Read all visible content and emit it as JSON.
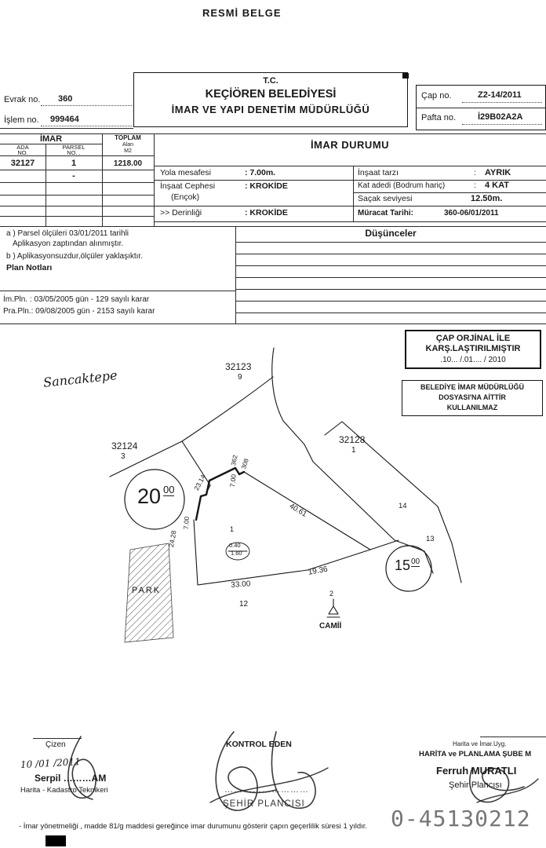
{
  "doc": {
    "title": "RESMİ BELGE",
    "serial": "0-45130212",
    "footer_note": "- İmar yönetmeliği , madde 81/g maddesi gereğince imar durumunu gösterir çapın geçerlilik süresi 1 yıldır."
  },
  "header": {
    "evrak_label": "Evrak no.",
    "evrak_value": "360",
    "islem_label": "İşlem no.",
    "islem_value": "999464",
    "tc": "T.C.",
    "municipality": "KEÇİÖREN BELEDİYESİ",
    "directorate": "İMAR VE YAPI DENETİM MÜDÜRLÜĞÜ",
    "cap_label": "Çap no.",
    "cap_value": "Z2-14/2011",
    "pafta_label": "Pafta no.",
    "pafta_value": "İ29B02A2A"
  },
  "imar_table": {
    "title": "İMAR",
    "col_ada_1": "ADA",
    "col_ada_2": "NO.",
    "col_parsel_1": "PARSEL",
    "col_parsel_2": "NO. .",
    "col_toplam": "TOPLAM",
    "col_alan": "Alan",
    "col_m2": "M2",
    "rows": [
      {
        "ada": "32127",
        "parsel": "1",
        "alan": "1218.00"
      },
      {
        "ada": "",
        "parsel": "-",
        "alan": ""
      }
    ]
  },
  "imar_durumu": {
    "title": "İMAR DURUMU",
    "yola_label": "Yola mesafesi",
    "yola_value": ":  7.00m.",
    "cephe_label": "İnşaat Cephesi",
    "cephe_label2": "(Ençok)",
    "cephe_value": ":  KROKİDE",
    "derinlik_label": ">>   Derinliği",
    "derinlik_value": ":  KROKİDE",
    "tarz_label": "İnşaat tarzı",
    "tarz_sep": ":",
    "tarz_value": "AYRIK",
    "kat_label": "Kat adedi (Bodrum hariç)",
    "kat_sep": ":",
    "kat_value": "4 KAT",
    "sacak_label": "Saçak seviyesi",
    "sacak_value": "12.50m.",
    "muracat_label": "Müracat Tarihi:",
    "muracat_value": "360-06/01/2011"
  },
  "notes": {
    "a_line1": "a )  Parsel ölçüleri  03/01/2011 tarihli",
    "a_line2": "Aplikasyon zaptından alınmıştır.",
    "b_line": "b )  Aplikasyonsuzdur,ölçüler yaklaşıktır.",
    "plan_notlari": "Plan Notları",
    "dusunceler": "Düşünceler",
    "im_pln": "İm.Pln. : 03/05/2005 gün - 129 sayılı karar",
    "pra_pln": "Pra.Pln.: 09/08/2005 gün - 2153 sayılı karar"
  },
  "stamps": {
    "s1_line1": "ÇAP ORJİNAL İLE",
    "s1_line2": "KARŞ.LAŞTIRILMIŞTIR",
    "s1_line3": ".10... /.01.... / 2010",
    "s2_line1": "BELEDİYE İMAR MÜDÜRLÜĞÜ",
    "s2_line2": "DOSYASI'NA AİTTİR",
    "s2_line3": "KULLANILMAZ"
  },
  "map": {
    "handwritten": "Sancaktepe",
    "parcel1_no": "32123",
    "parcel1_sub": "9",
    "parcel2_no": "32124",
    "parcel2_sub": "3",
    "parcel3_no": "32128",
    "parcel3_sub": "1",
    "road20_big": "20",
    "road20_sup": "00",
    "road15_big": "15",
    "road15_sup": "00",
    "m_362": "362",
    "m_308": "308",
    "m_2314": "23.14",
    "m_700_top": "7.00",
    "m_4061": "40.61",
    "m_14": "14",
    "m_13": "13",
    "m_700_left": "7.00",
    "m_2428": "24.28",
    "m_3300": "33.00",
    "m_1936": "19.36",
    "m_12": "12",
    "m_1": "1",
    "m_2": "2",
    "frac_top": "0.40",
    "frac_bot": "1.60",
    "park": "PARK",
    "camii": "CAMİİ"
  },
  "signatures": {
    "cizen_label": "Çizen",
    "cizen_date": "10 /01 /2011",
    "cizen_name": "Serpil ………AM",
    "cizen_title": "Harita - Kadastro Teknikeri",
    "kontrol_label": "KONTROL EDEN",
    "kontrol_name": "………………………",
    "kontrol_title": "ŞEHİR PLANCISI",
    "right_small": "Harita ve İmar.Uyg.",
    "right_dept": "HARİTA ve PLANLAMA ŞUBE M",
    "right_name": "Ferruh MURATLI",
    "right_title": "Şehir Plancısı"
  }
}
